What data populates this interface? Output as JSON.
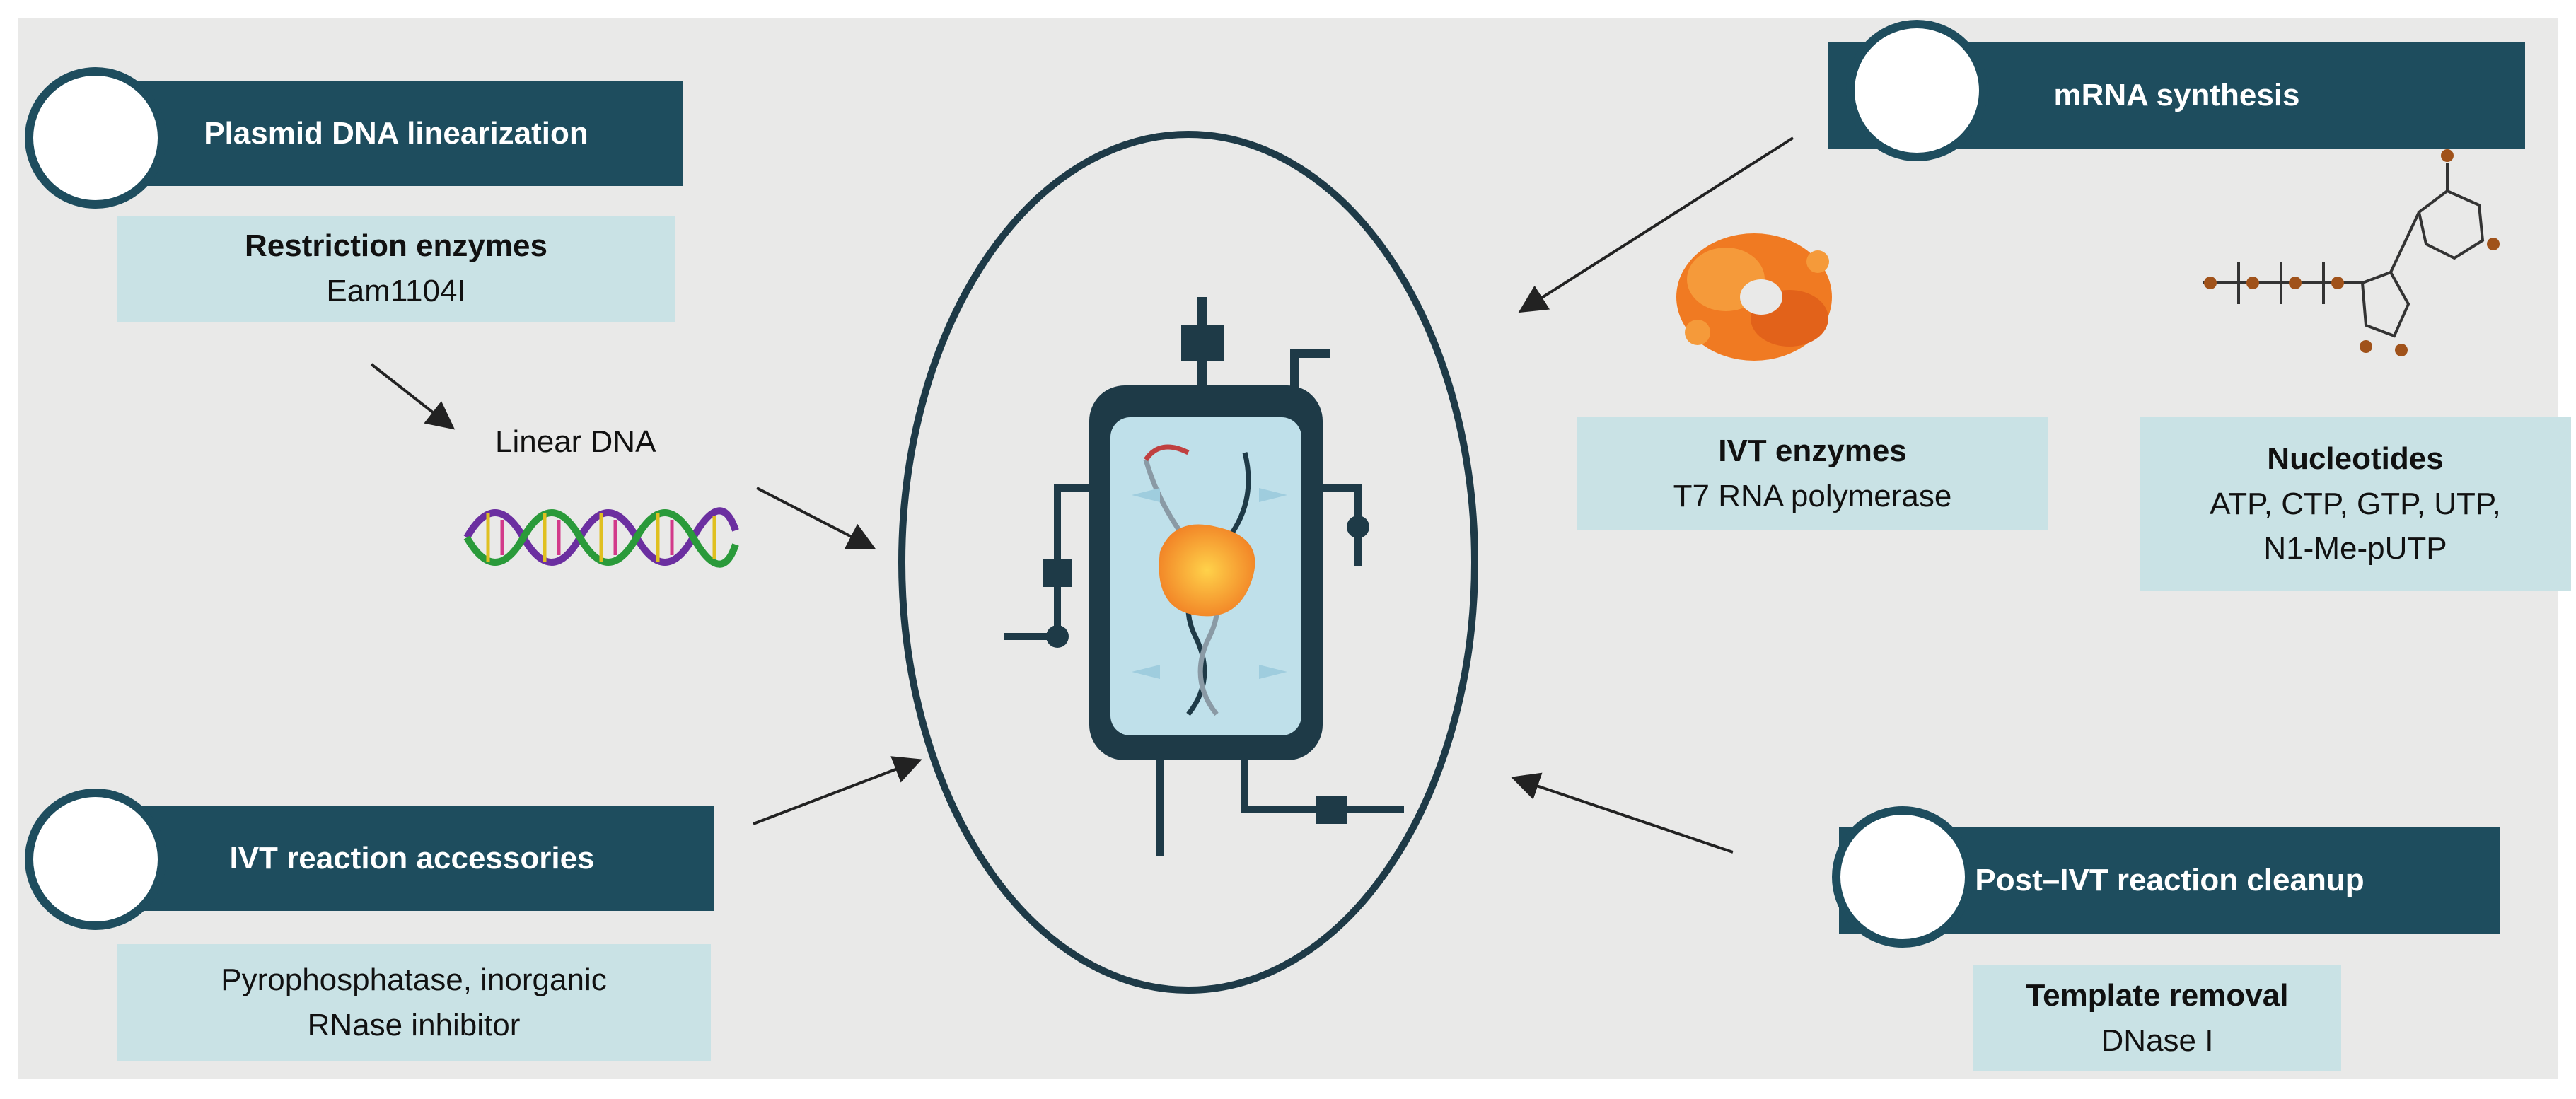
{
  "sections": {
    "plasmid": {
      "title": "Plasmid DNA linearization",
      "detail_bold": "Restriction enzymes",
      "detail_text": "Eam1104I"
    },
    "linear_dna": {
      "label": "Linear DNA"
    },
    "mrna": {
      "title": "mRNA synthesis"
    },
    "ivt_enzymes": {
      "detail_bold": "IVT enzymes",
      "detail_text": "T7 RNA polymerase"
    },
    "nucleotides": {
      "detail_bold": "Nucleotides",
      "detail_line1": "ATP, CTP, GTP, UTP,",
      "detail_line2": "N1-Me-pUTP"
    },
    "accessories": {
      "title": "IVT reaction accessories",
      "detail_line1": "Pyrophosphatase, inorganic",
      "detail_line2": "RNase inhibitor"
    },
    "cleanup": {
      "title": "Post–IVT reaction cleanup",
      "detail_bold": "Template removal",
      "detail_text": "DNase I"
    }
  },
  "icons": [
    "dna-helix-icon",
    "reactor-icon",
    "enzyme-icon",
    "nucleotide-icon"
  ],
  "colors": {
    "header": "#1e4d5e",
    "info_box": "#c9e2e5",
    "background": "#e9e9e8",
    "enzyme": "#f07a22"
  }
}
